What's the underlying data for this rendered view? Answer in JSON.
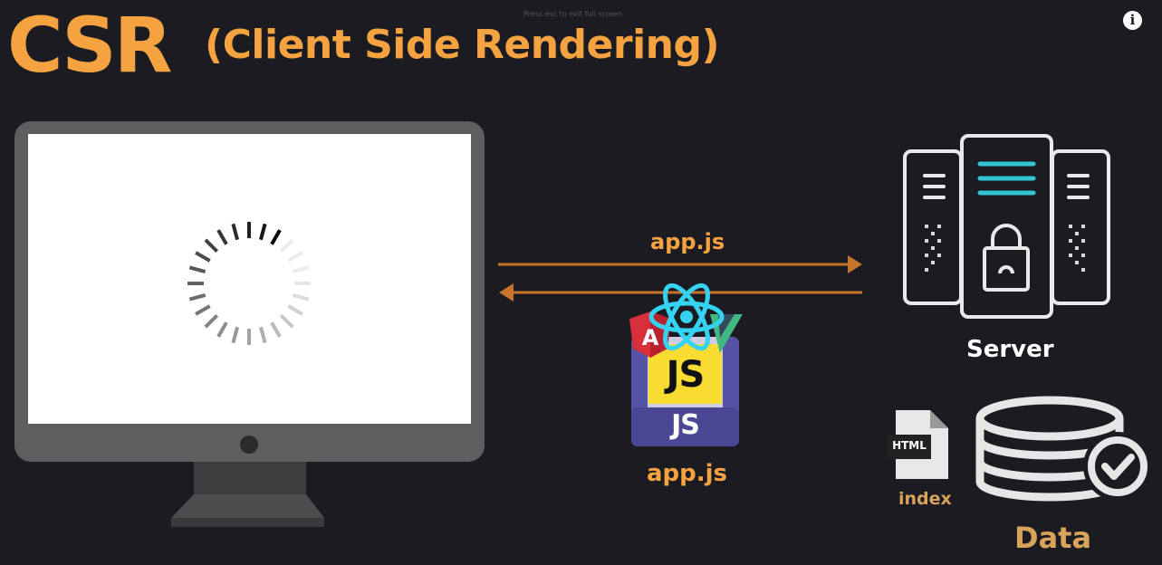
{
  "header": {
    "title": "CSR",
    "subtitle": "(Client Side Rendering)",
    "hint": "Press esc to exit full screen"
  },
  "arrows": {
    "request_label": "app.js"
  },
  "bundle": {
    "icon_text": "JS",
    "label": "app.js"
  },
  "server": {
    "label": "Server"
  },
  "files": {
    "html_badge": "HTML",
    "index_label": "index"
  },
  "database": {
    "label": "Data"
  },
  "colors": {
    "accent": "#f4a340",
    "arrow": "#c7742d",
    "data_label": "#d9a35c",
    "background": "#1c1b21",
    "js_yellow": "#f7dc32",
    "react_cyan": "#35d3f2",
    "angular_red": "#d72f3b",
    "vue_green": "#41b883"
  },
  "icons": [
    "monitor-icon",
    "loading-spinner-icon",
    "javascript-file-icon",
    "react-icon",
    "angular-icon",
    "vue-icon",
    "server-rack-icon",
    "html-file-icon",
    "database-icon",
    "check-icon",
    "info-icon"
  ]
}
